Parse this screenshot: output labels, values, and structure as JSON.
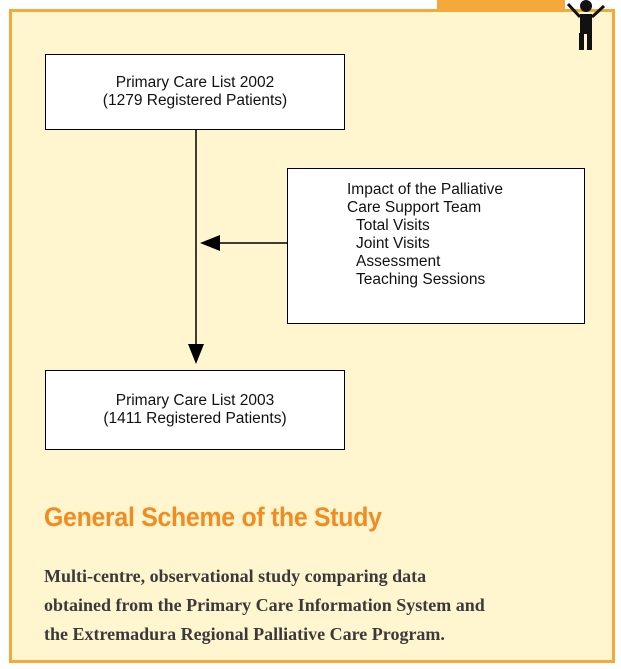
{
  "diagram": {
    "top_box": {
      "lines": [
        "Primary Care List 2002",
        "(1279 Registered Patients)"
      ]
    },
    "side_box": {
      "heading_lines": [
        "Impact of the Palliative",
        "Care Support Team"
      ],
      "items": [
        "Total Visits",
        "Joint Visits",
        "Assessment",
        "Teaching Sessions"
      ]
    },
    "bottom_box": {
      "lines": [
        "Primary Care List 2003",
        "(1411 Registered Patients)"
      ]
    }
  },
  "caption": {
    "title": "General Scheme of the Study",
    "description_lines": [
      "Multi-centre, observational study comparing data",
      "obtained from the Primary Care Information System and",
      "the Extremadura Regional Palliative Care Program."
    ]
  },
  "colors": {
    "border": "#f5a93a",
    "background": "#fff6cf",
    "title": "#f28b20",
    "text": "#3a3a3a"
  },
  "decoration": {
    "figure_icon": "person-figure-icon"
  }
}
